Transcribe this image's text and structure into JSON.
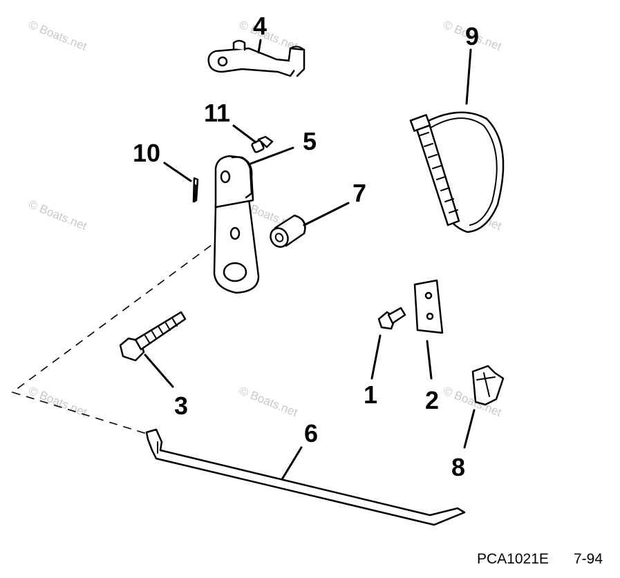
{
  "callouts": {
    "n1": "1",
    "n2": "2",
    "n3": "3",
    "n4": "4",
    "n5": "5",
    "n6": "6",
    "n7": "7",
    "n8": "8",
    "n9": "9",
    "n10": "10",
    "n11": "11"
  },
  "caption": {
    "code": "PCA1021E",
    "date": "7-94"
  },
  "watermark": "© Boats.net",
  "colors": {
    "ink": "#000000",
    "watermark": "#c9c9c9",
    "background": "#ffffff"
  }
}
